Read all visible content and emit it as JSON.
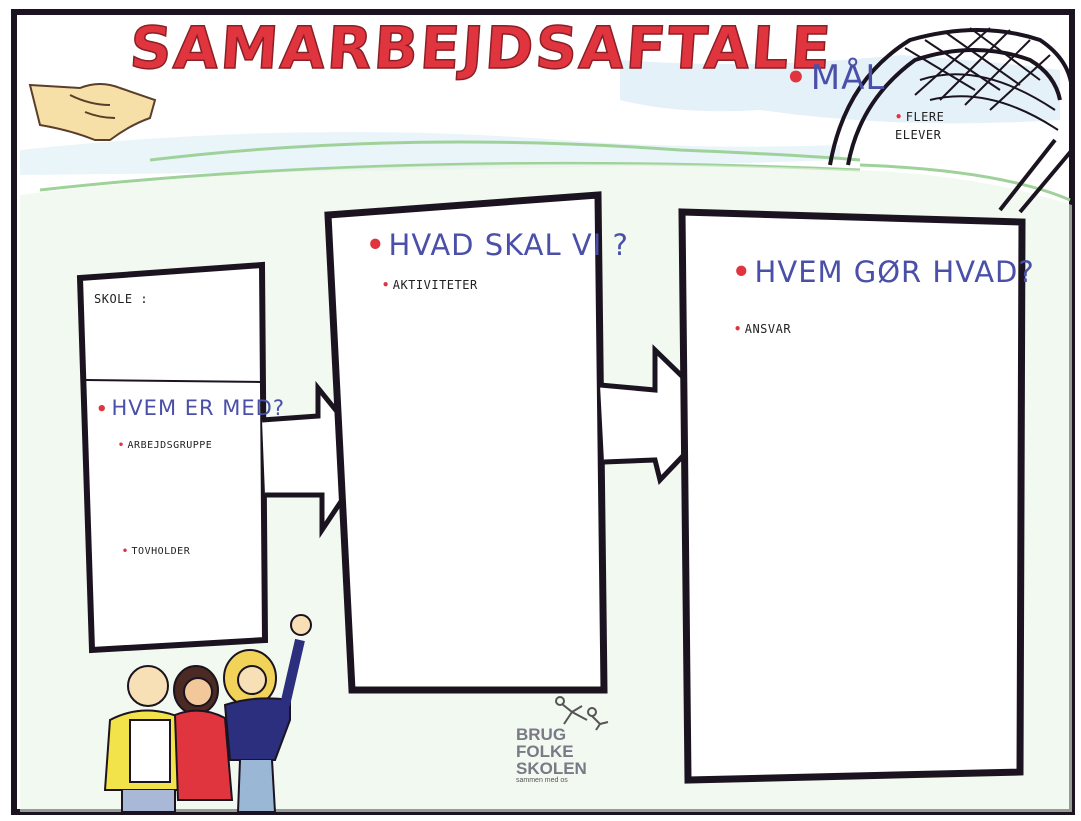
{
  "title": "SAMARBEJDSAFTALE",
  "goal": {
    "heading": "MÅL",
    "item": "FLERE\nELEVER"
  },
  "box1": {
    "label": "SKOLE :",
    "heading": "HVEM ER MED?",
    "items": [
      "ARBEJDSGRUPPE",
      "TOVHOLDER"
    ]
  },
  "box2": {
    "heading": "HVAD SKAL VI ?",
    "items": [
      "AKTIVITETER"
    ]
  },
  "box3": {
    "heading": "HVEM GØR HVAD?",
    "items": [
      "ANSVAR"
    ]
  },
  "logo": {
    "line1": "BRUG",
    "line2": "FOLKE",
    "line3": "SKOLEN",
    "tagline": "sammen med os"
  },
  "colors": {
    "title": "#e0353f",
    "heading": "#4a4fa8",
    "bullet": "#e0353f",
    "field": "#bfe0b8",
    "sky": "#a9d3ea",
    "border": "#1b1420"
  },
  "icons": [
    "handshake-icon",
    "goal-icon",
    "people-illustration-icon"
  ]
}
